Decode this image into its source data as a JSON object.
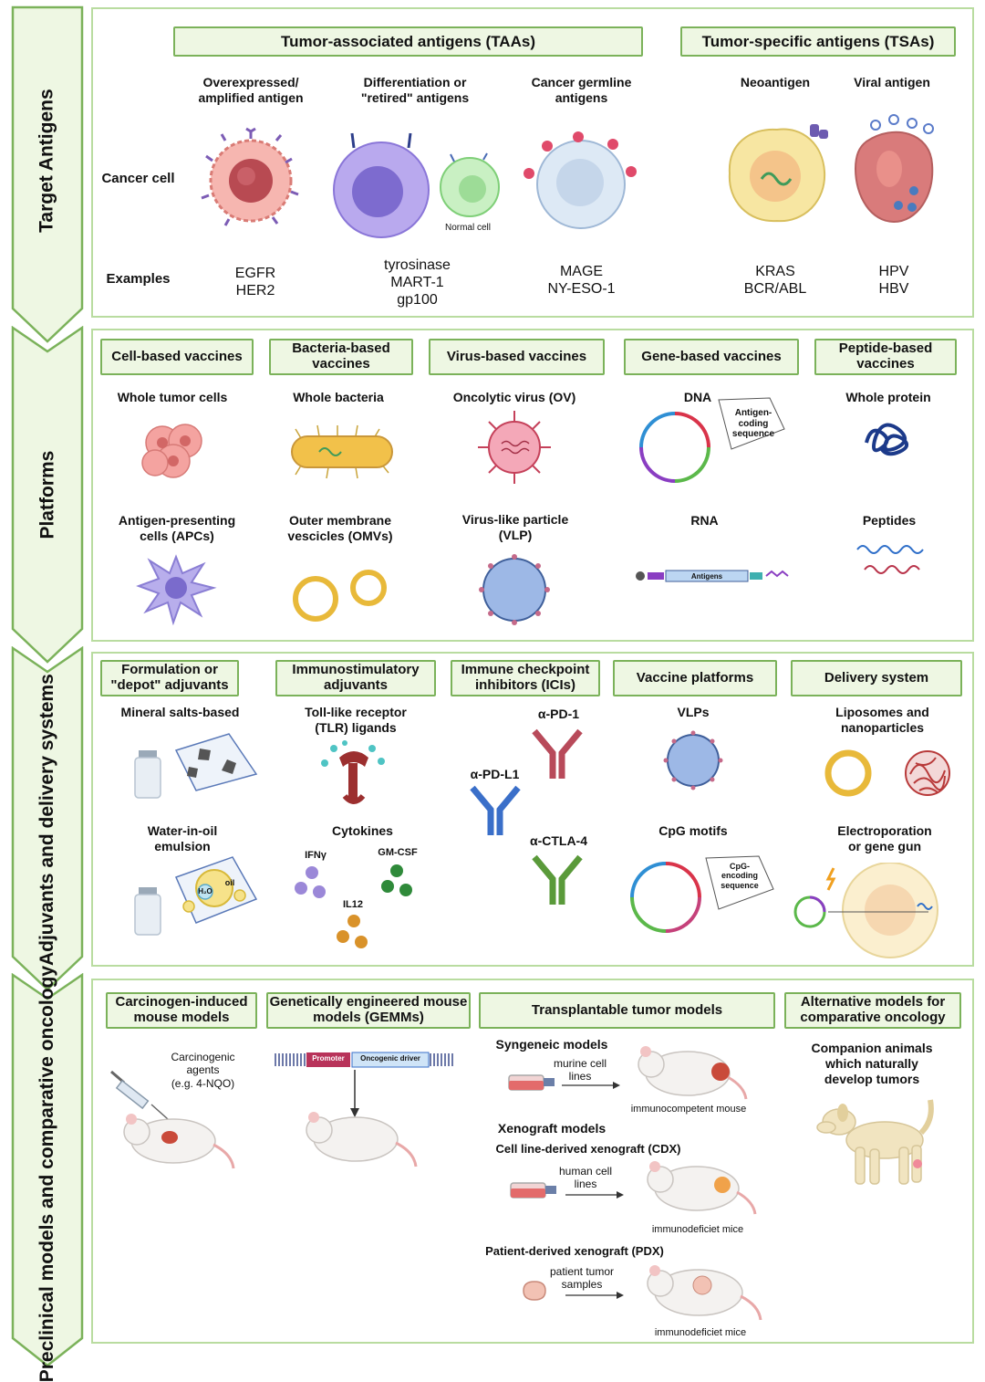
{
  "sections": [
    {
      "label": "Target Antigens"
    },
    {
      "label": "Platforms"
    },
    {
      "label": "Adjuvants and\ndelivery systems"
    },
    {
      "label": "Preclinical models and\ncomparative oncology"
    }
  ],
  "antigens": {
    "taa_header": "Tumor-associated antigens (TAAs)",
    "tsa_header": "Tumor-specific antigens (TSAs)",
    "row_cancer_cell": "Cancer cell",
    "row_examples": "Examples",
    "normal_cell": "Normal cell",
    "columns": [
      {
        "title": "Overexpressed/\namplified antigen",
        "examples": "EGFR\nHER2"
      },
      {
        "title": "Differentiation or\n\"retired\" antigens",
        "examples": "tyrosinase\nMART-1\ngp100"
      },
      {
        "title": "Cancer germline\nantigens",
        "examples": "MAGE\nNY-ESO-1"
      },
      {
        "title": "Neoantigen",
        "examples": "KRAS\nBCR/ABL"
      },
      {
        "title": "Viral antigen",
        "examples": "HPV\nHBV"
      }
    ]
  },
  "platforms": {
    "headers": [
      "Cell-based\nvaccines",
      "Bacteria-based\nvaccines",
      "Virus-based\nvaccines",
      "Gene-based\nvaccines",
      "Peptide-based\nvaccines"
    ],
    "top": [
      "Whole tumor cells",
      "Whole bacteria",
      "Oncolytic virus (OV)",
      "DNA",
      "Whole protein"
    ],
    "bottom": [
      "Antigen-presenting\ncells (APCs)",
      "Outer membrane\nvescicles (OMVs)",
      "Virus-like particle\n(VLP)",
      "RNA",
      "Peptides"
    ],
    "dna_callout": "Antigen-\ncoding\nsequence",
    "rna_label": "Antigens"
  },
  "adjuvants": {
    "headers": [
      "Formulation or\n\"depot\" adjuvants",
      "Immunostimulatory\nadjuvants",
      "Immune checkpoint\ninhibitors (ICIs)",
      "Vaccine platforms",
      "Delivery system"
    ],
    "mineral": "Mineral salts-based",
    "water_oil": "Water-in-oil\nemulsion",
    "oil": "oil",
    "h2o": "H₂O",
    "tlr": "Toll-like receptor\n(TLR) ligands",
    "cytokines": "Cytokines",
    "ifn": "IFNγ",
    "gmcsf": "GM-CSF",
    "il12": "IL12",
    "pd1": "α-PD-1",
    "pdl1": "α-PD-L1",
    "ctla4": "α-CTLA-4",
    "vlps": "VLPs",
    "cpg": "CpG motifs",
    "cpg_callout": "CpG-\nencoding\nsequence",
    "liposomes": "Liposomes and\nnanoparticles",
    "electro": "Electroporation\nor gene gun"
  },
  "models": {
    "headers": [
      "Carcinogen-induced\nmouse models",
      "Genetically engineered\nmouse models (GEMMs)",
      "Transplantable tumor models",
      "Alternative models for\ncomparative oncology"
    ],
    "carcinogen": "Carcinogenic\nagents\n(e.g. 4-NQO)",
    "promoter": "Promoter",
    "driver": "Oncogenic driver",
    "syngeneic": "Syngeneic models",
    "murine": "murine cell\nlines",
    "immunocompetent": "immunocompetent mouse",
    "xenograft": "Xenograft models",
    "cdx": "Cell line-derived xenograft (CDX)",
    "human_lines": "human cell\nlines",
    "immunodeficient1": "immunodeficiet mice",
    "pdx": "Patient-derived xenograft (PDX)",
    "patient": "patient tumor\nsamples",
    "immunodeficient2": "immunodeficiet mice",
    "companion": "Companion animals\nwhich naturally\ndevelop tumors"
  }
}
